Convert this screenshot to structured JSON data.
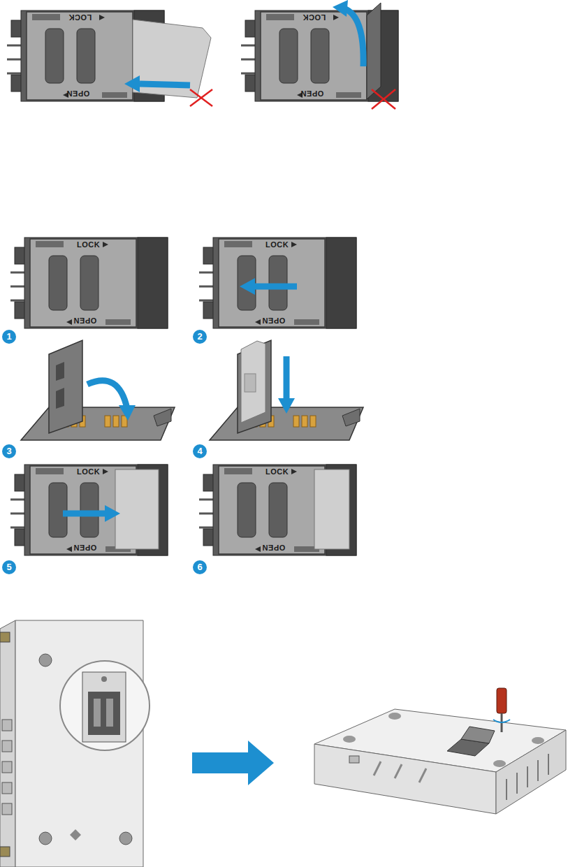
{
  "diagram": {
    "labels": [
      "LOCK",
      "OPEN",
      "LOCK",
      "OPEN",
      "LOCK",
      "OPEN",
      "1",
      "LOCK",
      "OPEN",
      "2",
      "3",
      "4",
      "LOCK",
      "OPEN",
      "5",
      "LOCK",
      "OPEN",
      "6"
    ]
  }
}
